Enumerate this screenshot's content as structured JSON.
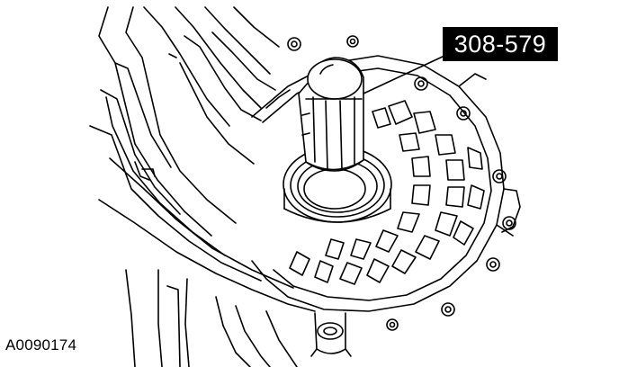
{
  "callout": {
    "tool_number": "308-579"
  },
  "figure": {
    "id": "A0090174"
  },
  "colors": {
    "line": "#000000",
    "background": "#ffffff",
    "callout_bg": "#000000",
    "callout_text": "#ffffff"
  },
  "icons": {
    "drawing": "transmission-case-with-tool-illustration"
  }
}
